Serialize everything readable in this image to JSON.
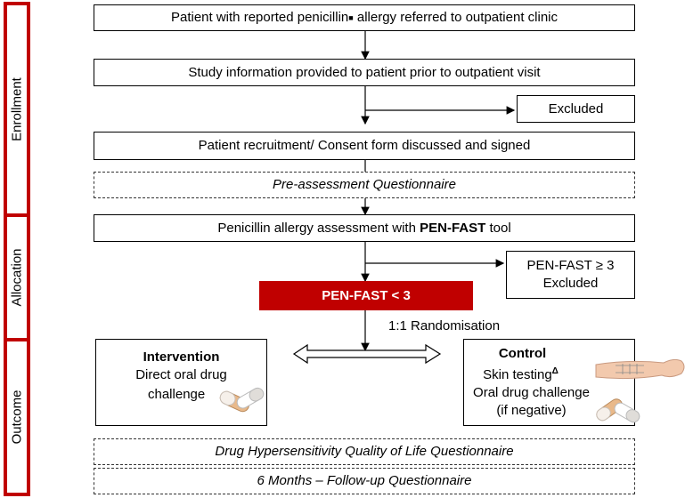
{
  "side_labels": {
    "enrollment": "Enrollment",
    "allocation": "Allocation",
    "outcome": "Outcome"
  },
  "boxes": {
    "referral_before": "Patient with reported penicillin",
    "referral_marker": "■",
    "referral_after": " allergy referred to outpatient clinic",
    "study_info": "Study information provided to patient prior to outpatient visit",
    "excluded": "Excluded",
    "recruitment": "Patient recruitment/ Consent form discussed and signed",
    "pre_assessment": "Pre-assessment Questionnaire",
    "assessment_prefix": "Penicillin allergy assessment with ",
    "assessment_tool": "PEN-FAST",
    "assessment_suffix": " tool",
    "penfast_high": "PEN-FAST ≥ 3",
    "penfast_high_excluded": "Excluded",
    "penfast_low": "PEN-FAST < 3",
    "randomisation": "1:1 Randomisation",
    "intervention_title": "Intervention",
    "intervention_line1": "Direct oral drug",
    "intervention_line2": "challenge",
    "control_title": "Control",
    "control_skin": "Skin testing",
    "control_skin_sup": "Δ",
    "control_oral": "Oral drug challenge",
    "control_neg": "(if negative)",
    "dhqol": "Drug Hypersensitivity Quality of Life Questionnaire",
    "followup": "6 Months – Follow-up Questionnaire"
  },
  "colors": {
    "accent_red": "#c00000"
  },
  "icons": [
    "pill-capsules-icon",
    "arm-skin-test-icon",
    "double-arrow-icon"
  ]
}
